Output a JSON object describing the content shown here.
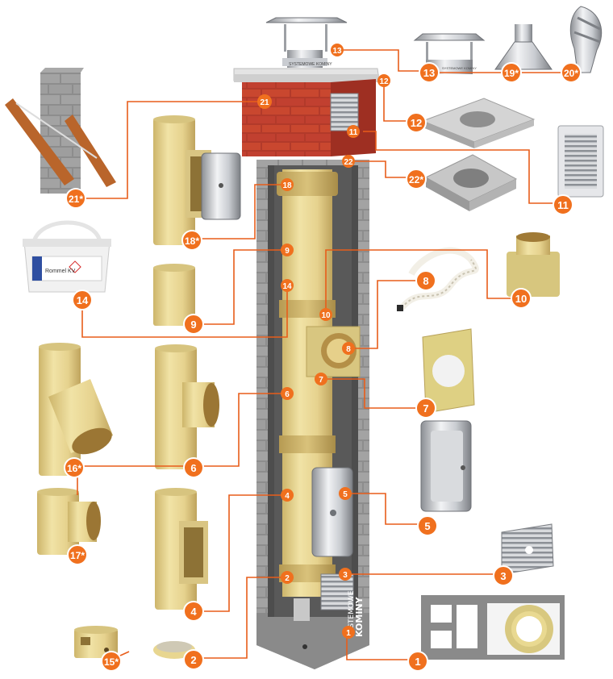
{
  "brand": {
    "cap_text": "SYSTEMOWE KOMINY",
    "block_text_line1": "SYSTEMOWE",
    "block_text_line2": "KOMINY",
    "mini_cap_text": "SYSTEMOWE KOMINY"
  },
  "bucket": {
    "brand": "Rommel KV"
  },
  "colors": {
    "callout_orange": "#f0701e",
    "leader_line": "#e85d1a",
    "ceramic": "#e8d690",
    "brick": "#c0392b",
    "concrete": "#9a9a9a"
  },
  "callouts": {
    "c1": "1",
    "c2": "2",
    "c3": "3",
    "c4": "4",
    "c5": "5",
    "c6": "6",
    "c7": "7",
    "c8": "8",
    "c9": "9",
    "c10": "10",
    "c11": "11",
    "c12": "12",
    "c13": "13",
    "c14": "14",
    "c15": "15*",
    "c16": "16*",
    "c17": "17*",
    "c18": "18",
    "c18s": "18*",
    "c19": "19*",
    "c20": "20*",
    "c21": "21",
    "c21s": "21*",
    "c22": "22",
    "c22s": "22*"
  }
}
